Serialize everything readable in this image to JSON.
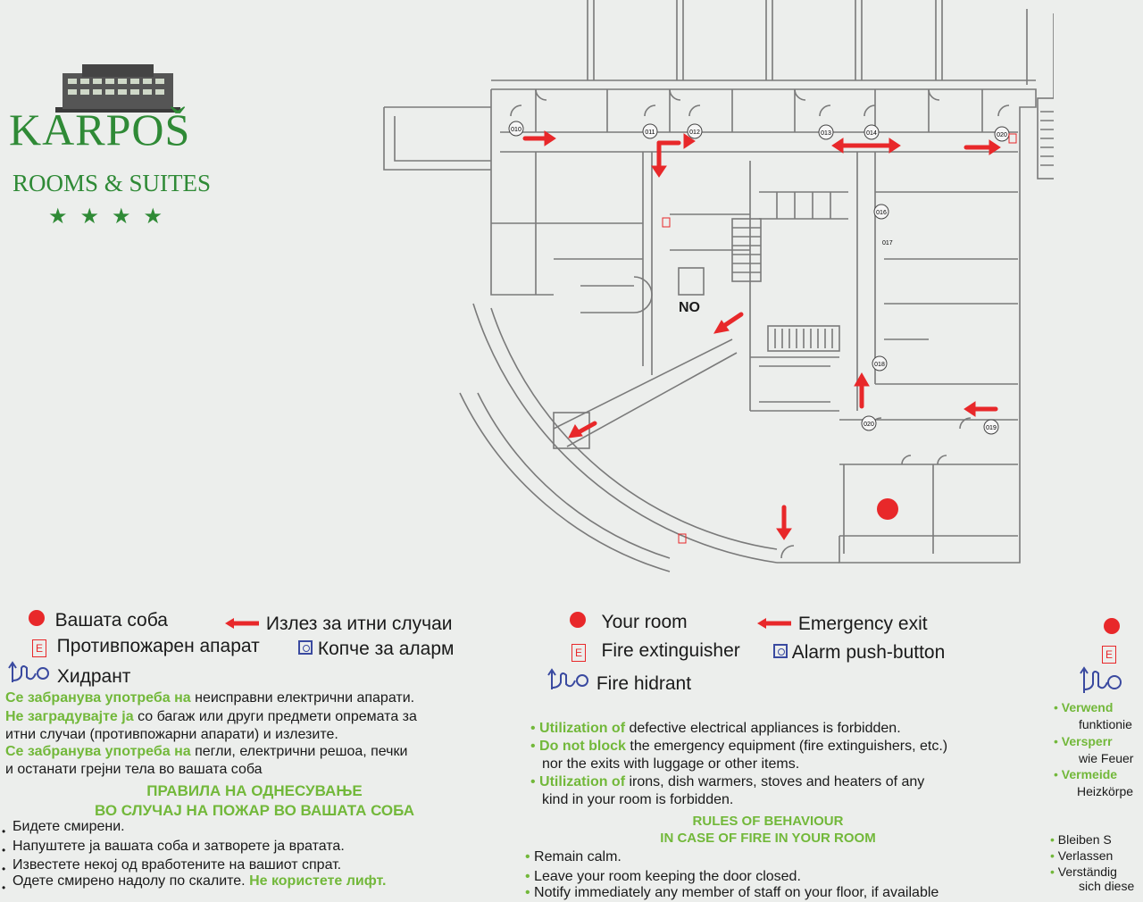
{
  "logo": {
    "name": "KARPOŠ",
    "subtitle": "ROOMS & SUITES",
    "stars": "★★★★"
  },
  "plan": {
    "room_label": "NO",
    "door_numbers": [
      "010",
      "011",
      "012",
      "013",
      "014",
      "020",
      "016",
      "017",
      "018",
      "020",
      "019"
    ]
  },
  "legend_mk": {
    "your_room": "Вашата соба",
    "emergency_exit": "Излез за итни случаи",
    "fire_extinguisher": "Противпожарен апарат",
    "alarm_button": "Копче за аларм",
    "hydrant": "Хидрант"
  },
  "legend_en": {
    "your_room": "Your room",
    "emergency_exit": "Emergency exit",
    "fire_extinguisher": "Fire extinguisher",
    "alarm_button": "Alarm push-button",
    "hydrant": "Fire hidrant"
  },
  "rules_mk": {
    "r1_hl": "Се забранува употреба на",
    "r1": " неисправни електрични апарати.",
    "r2_hl": "Не заградувајте ја",
    "r2": " со багаж или други предмети опремата за",
    "r2b": "итни случаи (противпожарни апарати) и излезите.",
    "r3_hl": "Се забранува употреба на",
    "r3": " пегли, електрични решоа, печки",
    "r3b": "и останати грејни тела во вашата соба",
    "heading1": "ПРАВИЛА НА ОДНЕСУВАЊЕ",
    "heading2": "ВО СЛУЧАЈ НА ПОЖАР ВО ВАШАТА СОБА",
    "s1": "Бидете смирени.",
    "s2": "Напуштете ја вашата соба и затворете ја вратата.",
    "s3": "Известете некој од вработените на вашиот спрат.",
    "s4": "Одете смирено надолу по скалите.",
    "s4_hl": " Не користете лифт."
  },
  "rules_en": {
    "r1_hl": "Utilization of",
    "r1": " defective electrical appliances is forbidden.",
    "r2_hl": "Do not block",
    "r2": " the emergency equipment (fire extinguishers, etc.)",
    "r2b": "nor the exits with luggage or other items.",
    "r3_hl": "Utilization of",
    "r3": " irons, dish warmers, stoves and heaters of any",
    "r3b": "kind in your room is forbidden.",
    "heading1": "RULES OF BEHAVIOUR",
    "heading2": "IN CASE OF FIRE IN YOUR ROOM",
    "s1": "Remain calm.",
    "s2": "Leave your room keeping the door closed.",
    "s3": "Notify immediately any member of staff on your floor, if available"
  },
  "rules_de": {
    "r1_hl": "Verwend",
    "r1b": "funktionie",
    "r2_hl": "Versperr",
    "r2b": "wie Feuer",
    "r3_hl": "Vermeide",
    "r3b": "Heizkörpe",
    "s1": "Bleiben S",
    "s2": "Verlassen",
    "s3": "Verständig",
    "s3b": "sich diese"
  },
  "colors": {
    "brand_green": "#2f8a36",
    "highlight_green": "#72b83a",
    "red": "#e8282a",
    "icon_blue": "#3a4aa0"
  }
}
